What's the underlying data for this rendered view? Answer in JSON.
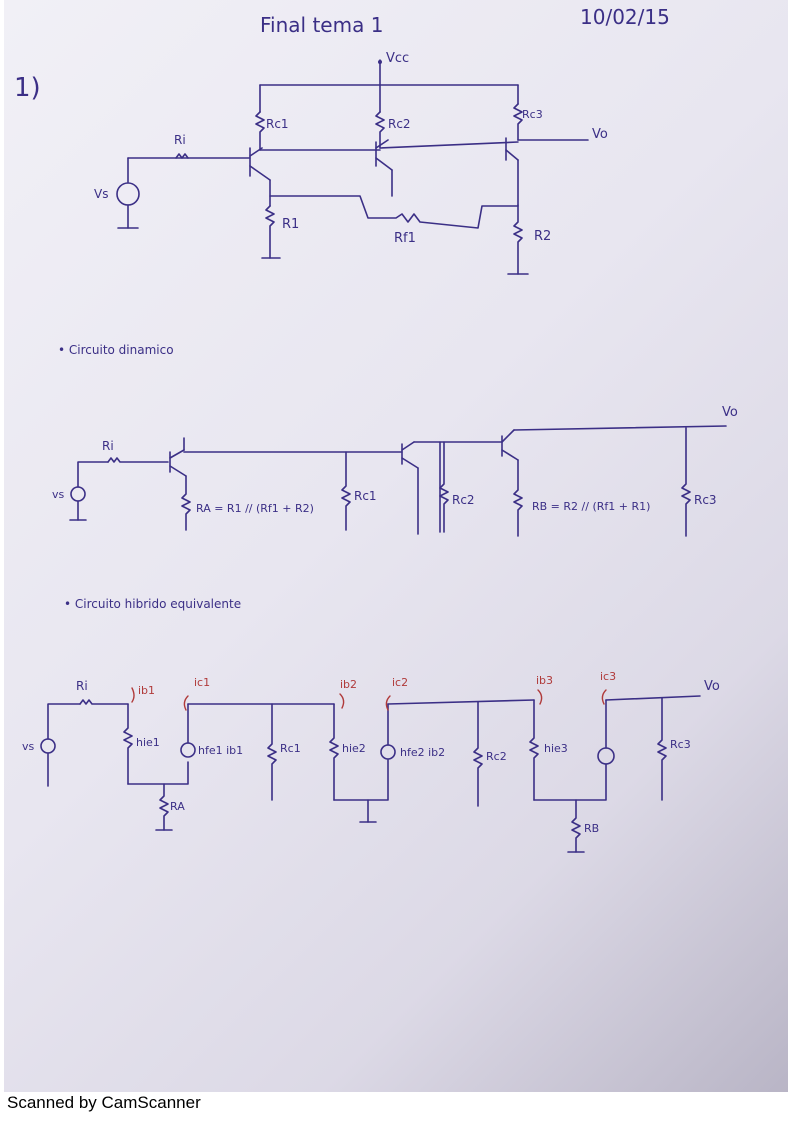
{
  "header": {
    "title": "Final tema 1",
    "date": "10/02/15",
    "problem_number": "1)"
  },
  "circuit1": {
    "vcc": "Vcc",
    "rc1": "Rc1",
    "rc2": "Rc2",
    "rc3": "Rc3",
    "ri": "Ri",
    "vs": "Vs",
    "vo": "Vo",
    "r1": "R1",
    "r2": "R2",
    "rf1": "Rf1"
  },
  "section2": {
    "heading": "• Circuito dinamico",
    "ri": "Ri",
    "vs": "vs",
    "vo": "Vo",
    "ra_expr": "RA = R1 // (Rf1 + R2)",
    "rc1": "Rc1",
    "rc2": "Rc2",
    "rb_expr": "RB = R2 // (Rf1 + R1)",
    "rc3": "Rc3"
  },
  "section3": {
    "heading": "• Circuito hibrido equivalente",
    "ri": "Ri",
    "vs": "vs",
    "vo": "Vo",
    "ib1": "ib1",
    "ic1": "ic1",
    "ib2": "ib2",
    "ic2": "ic2",
    "ib3": "ib3",
    "ic3": "ic3",
    "hie1": "hie1",
    "hfe1": "hfe1 ib1",
    "rc1": "Rc1",
    "hie2": "hie2",
    "hfe2": "hfe2 ib2",
    "rc2": "Rc2",
    "hie3": "hie3",
    "rc3": "Rc3",
    "ra": "RA",
    "rb": "RB"
  },
  "footer": {
    "text": "Scanned by CamScanner"
  }
}
